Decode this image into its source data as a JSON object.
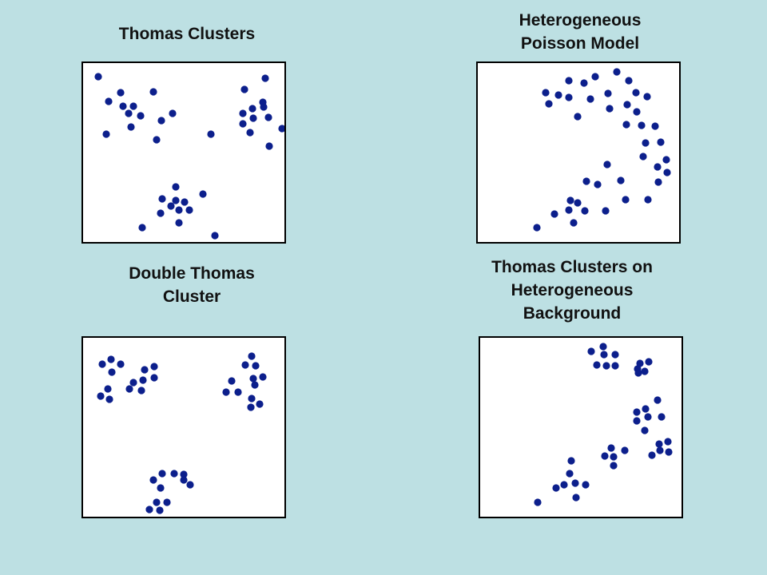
{
  "colors": {
    "background": "#bde0e3",
    "point": "#0c1f8c",
    "panel": "#ffffff",
    "border": "#000000"
  },
  "panels": [
    {
      "title": "Thomas Clusters",
      "points": [
        [
          19,
          17
        ],
        [
          47,
          37
        ],
        [
          88,
          36
        ],
        [
          32,
          48
        ],
        [
          50,
          54
        ],
        [
          63,
          54
        ],
        [
          57,
          63
        ],
        [
          72,
          66
        ],
        [
          98,
          72
        ],
        [
          112,
          63
        ],
        [
          60,
          80
        ],
        [
          29,
          89
        ],
        [
          92,
          96
        ],
        [
          160,
          89
        ],
        [
          202,
          33
        ],
        [
          228,
          19
        ],
        [
          225,
          49
        ],
        [
          212,
          57
        ],
        [
          226,
          55
        ],
        [
          200,
          63
        ],
        [
          213,
          69
        ],
        [
          232,
          68
        ],
        [
          200,
          76
        ],
        [
          209,
          87
        ],
        [
          249,
          82
        ],
        [
          233,
          104
        ],
        [
          116,
          155
        ],
        [
          150,
          164
        ],
        [
          99,
          170
        ],
        [
          116,
          172
        ],
        [
          127,
          174
        ],
        [
          110,
          179
        ],
        [
          120,
          184
        ],
        [
          133,
          184
        ],
        [
          97,
          188
        ],
        [
          120,
          200
        ],
        [
          74,
          206
        ],
        [
          165,
          216
        ]
      ]
    },
    {
      "title": "Heterogeneous\nPoisson Model",
      "points": [
        [
          85,
          37
        ],
        [
          114,
          22
        ],
        [
          133,
          25
        ],
        [
          147,
          17
        ],
        [
          174,
          11
        ],
        [
          189,
          22
        ],
        [
          198,
          37
        ],
        [
          212,
          42
        ],
        [
          101,
          40
        ],
        [
          114,
          43
        ],
        [
          89,
          51
        ],
        [
          141,
          45
        ],
        [
          163,
          38
        ],
        [
          165,
          57
        ],
        [
          187,
          52
        ],
        [
          199,
          61
        ],
        [
          125,
          67
        ],
        [
          186,
          77
        ],
        [
          205,
          78
        ],
        [
          222,
          79
        ],
        [
          210,
          100
        ],
        [
          229,
          99
        ],
        [
          207,
          117
        ],
        [
          236,
          121
        ],
        [
          225,
          130
        ],
        [
          237,
          137
        ],
        [
          162,
          127
        ],
        [
          226,
          149
        ],
        [
          136,
          148
        ],
        [
          150,
          152
        ],
        [
          179,
          147
        ],
        [
          213,
          171
        ],
        [
          185,
          171
        ],
        [
          116,
          172
        ],
        [
          125,
          175
        ],
        [
          114,
          184
        ],
        [
          134,
          185
        ],
        [
          160,
          185
        ],
        [
          96,
          189
        ],
        [
          120,
          200
        ],
        [
          74,
          206
        ]
      ]
    },
    {
      "title": "Double Thomas\nCluster",
      "points": [
        [
          35,
          27
        ],
        [
          24,
          33
        ],
        [
          47,
          33
        ],
        [
          77,
          40
        ],
        [
          89,
          36
        ],
        [
          36,
          43
        ],
        [
          89,
          50
        ],
        [
          75,
          53
        ],
        [
          63,
          56
        ],
        [
          22,
          73
        ],
        [
          31,
          64
        ],
        [
          33,
          77
        ],
        [
          58,
          64
        ],
        [
          73,
          66
        ],
        [
          211,
          23
        ],
        [
          203,
          34
        ],
        [
          216,
          35
        ],
        [
          213,
          51
        ],
        [
          225,
          49
        ],
        [
          186,
          54
        ],
        [
          215,
          59
        ],
        [
          179,
          68
        ],
        [
          194,
          68
        ],
        [
          211,
          76
        ],
        [
          221,
          83
        ],
        [
          210,
          87
        ],
        [
          99,
          170
        ],
        [
          114,
          170
        ],
        [
          126,
          171
        ],
        [
          88,
          178
        ],
        [
          126,
          178
        ],
        [
          134,
          184
        ],
        [
          97,
          188
        ],
        [
          92,
          206
        ],
        [
          105,
          206
        ],
        [
          83,
          215
        ],
        [
          96,
          216
        ]
      ]
    },
    {
      "title": "Thomas Clusters on\nHeterogeneous\nBackground",
      "points": [
        [
          139,
          17
        ],
        [
          154,
          11
        ],
        [
          155,
          21
        ],
        [
          169,
          21
        ],
        [
          146,
          34
        ],
        [
          158,
          35
        ],
        [
          169,
          35
        ],
        [
          200,
          32
        ],
        [
          211,
          30
        ],
        [
          206,
          42
        ],
        [
          197,
          39
        ],
        [
          198,
          44
        ],
        [
          222,
          78
        ],
        [
          207,
          89
        ],
        [
          196,
          93
        ],
        [
          210,
          99
        ],
        [
          227,
          99
        ],
        [
          196,
          104
        ],
        [
          206,
          116
        ],
        [
          224,
          133
        ],
        [
          235,
          130
        ],
        [
          225,
          141
        ],
        [
          236,
          143
        ],
        [
          215,
          147
        ],
        [
          164,
          138
        ],
        [
          181,
          141
        ],
        [
          156,
          148
        ],
        [
          167,
          149
        ],
        [
          167,
          160
        ],
        [
          114,
          154
        ],
        [
          112,
          170
        ],
        [
          119,
          182
        ],
        [
          105,
          184
        ],
        [
          132,
          184
        ],
        [
          95,
          188
        ],
        [
          120,
          200
        ],
        [
          72,
          206
        ]
      ]
    }
  ]
}
